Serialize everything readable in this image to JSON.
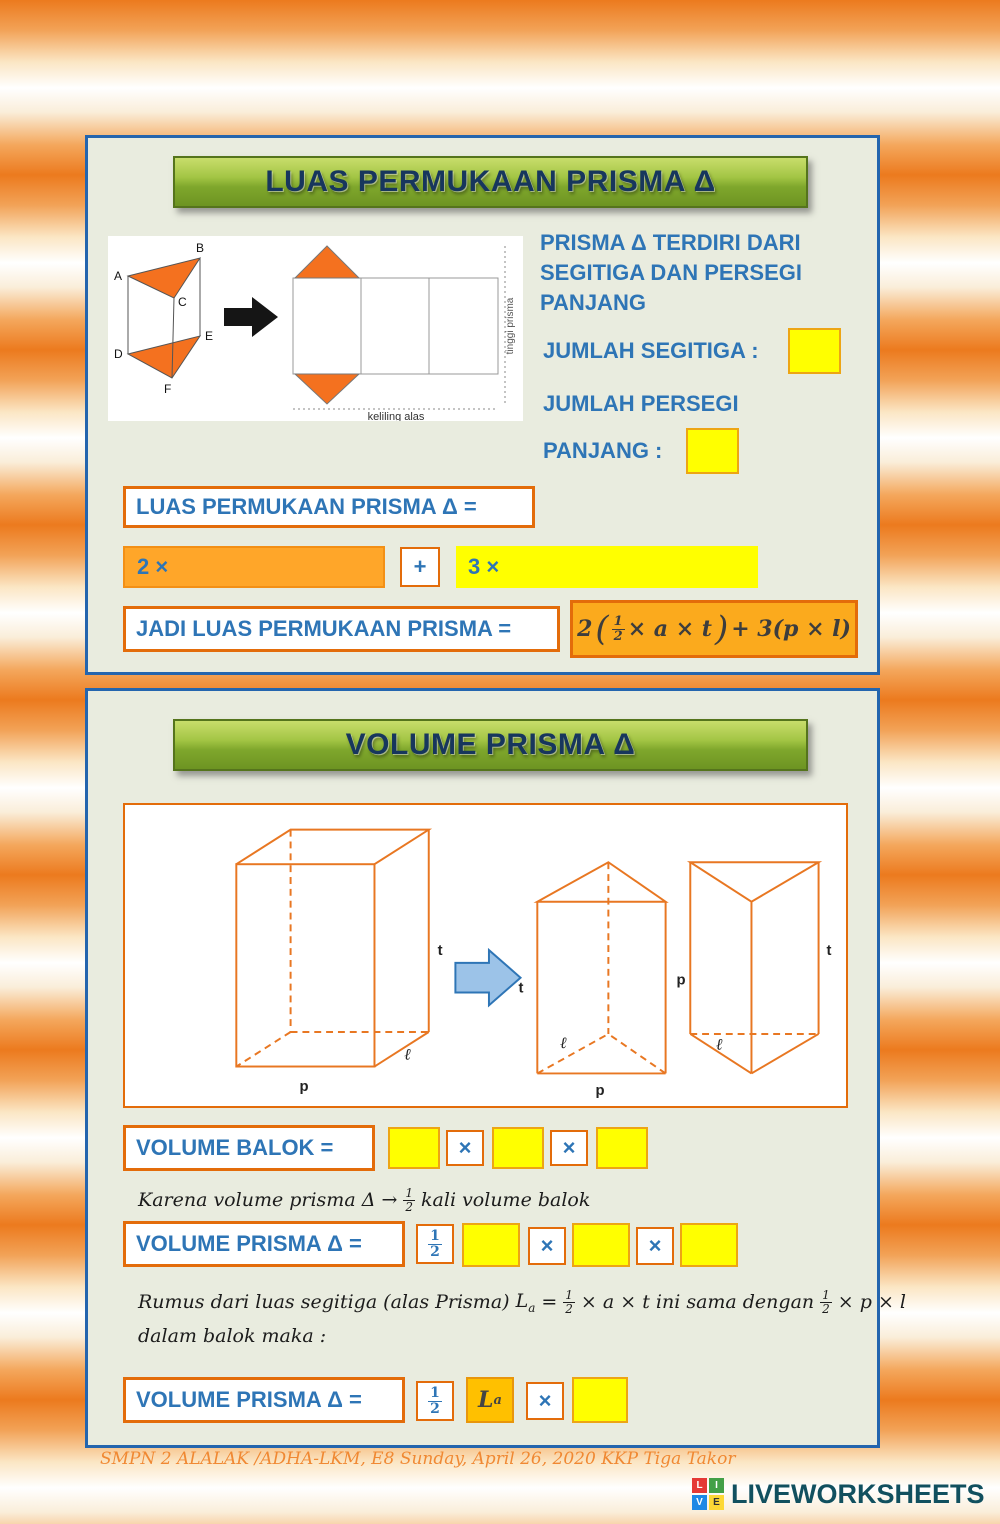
{
  "page": {
    "footer_watermark": "SMPN 2 ALALAK /ADHA-LKM, E8 Sunday, April 26, 2020 KKP Tiga Takor",
    "brand": "LIVEWORKSHEETS",
    "brand_letters": [
      "L",
      "I",
      "V",
      "E"
    ]
  },
  "panel1": {
    "title": "LUAS PERMUKAAN PRISMA Δ",
    "diagram": {
      "vertices": [
        "A",
        "B",
        "C",
        "D",
        "E",
        "F"
      ],
      "height_label": "tinggi prisma",
      "base_label": "keliling alas"
    },
    "intro_lines": [
      "PRISMA Δ TERDIRI DARI",
      "SEGITIGA DAN PERSEGI",
      "PANJANG"
    ],
    "q_segitiga": "JUMLAH SEGITIGA :",
    "q_persegi_line1": "JUMLAH PERSEGI",
    "q_persegi_line2": "PANJANG :",
    "surface_label": "LUAS PERMUKAAN PRISMA Δ =",
    "term1_prefix": "2 ×",
    "plus_sign": "+",
    "term2_prefix": "3 ×",
    "result_label": "JADI LUAS PERMUKAAN PRISMA =",
    "formula": {
      "lead": "2",
      "open": "(",
      "frac_num": "1",
      "frac_den": "2",
      "body": "× a × t",
      "close": ")",
      "tail": "+ 3(p × l)"
    }
  },
  "panel2": {
    "title": "VOLUME PRISMA Δ",
    "diagram": {
      "t": "t",
      "l": "ℓ",
      "p": "p"
    },
    "volume_balok_label": "VOLUME BALOK =",
    "times_sign": "×",
    "note1": {
      "pre": "Karena volume prisma Δ  →",
      "frac_num": "1",
      "frac_den": "2",
      "post": "kali volume balok"
    },
    "volume_prisma_label": "VOLUME PRISMA Δ =",
    "half": {
      "num": "1",
      "den": "2"
    },
    "note2": {
      "pre": "Rumus dari luas segitiga (alas Prisma)",
      "la_main": "L",
      "la_sub": "a",
      "eq": "=",
      "frac_num": "1",
      "frac_den": "2",
      "mid": "× a × t  ini sama dengan",
      "frac2_num": "1",
      "frac2_den": "2",
      "post": "× p × l",
      "line2": "dalam balok maka :"
    },
    "la_main": "L",
    "la_sub": "a"
  }
}
